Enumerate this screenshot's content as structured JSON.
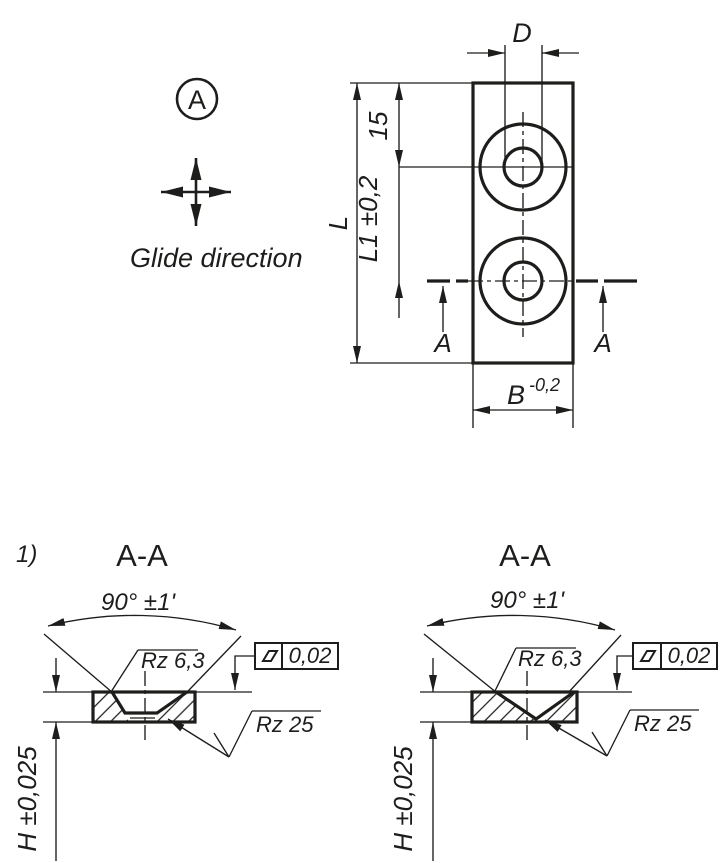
{
  "colors": {
    "ink": "#1d1d1b",
    "background": "#ffffff"
  },
  "legend": {
    "view_marker": "A",
    "glide_label": "Glide direction"
  },
  "top_view": {
    "dim_d": "D",
    "dim_l": "L",
    "dim_top_offset": "15",
    "dim_l1": "L1 ±0,2",
    "dim_b": "B",
    "dim_b_tol": "-0,2",
    "section_arrow_left": "A",
    "section_arrow_right": "A"
  },
  "note_marker": "1)",
  "sections": [
    {
      "title": "A-A",
      "angle": "90° ±1'",
      "groove_roughness": "Rz 6,3",
      "flatness_tolerance": "0,02",
      "base_roughness": "Rz 25",
      "height_dim": "H ±0,025"
    },
    {
      "title": "A-A",
      "angle": "90° ±1'",
      "groove_roughness": "Rz 6,3",
      "flatness_tolerance": "0,02",
      "base_roughness": "Rz 25",
      "height_dim": "H ±0,025"
    }
  ]
}
